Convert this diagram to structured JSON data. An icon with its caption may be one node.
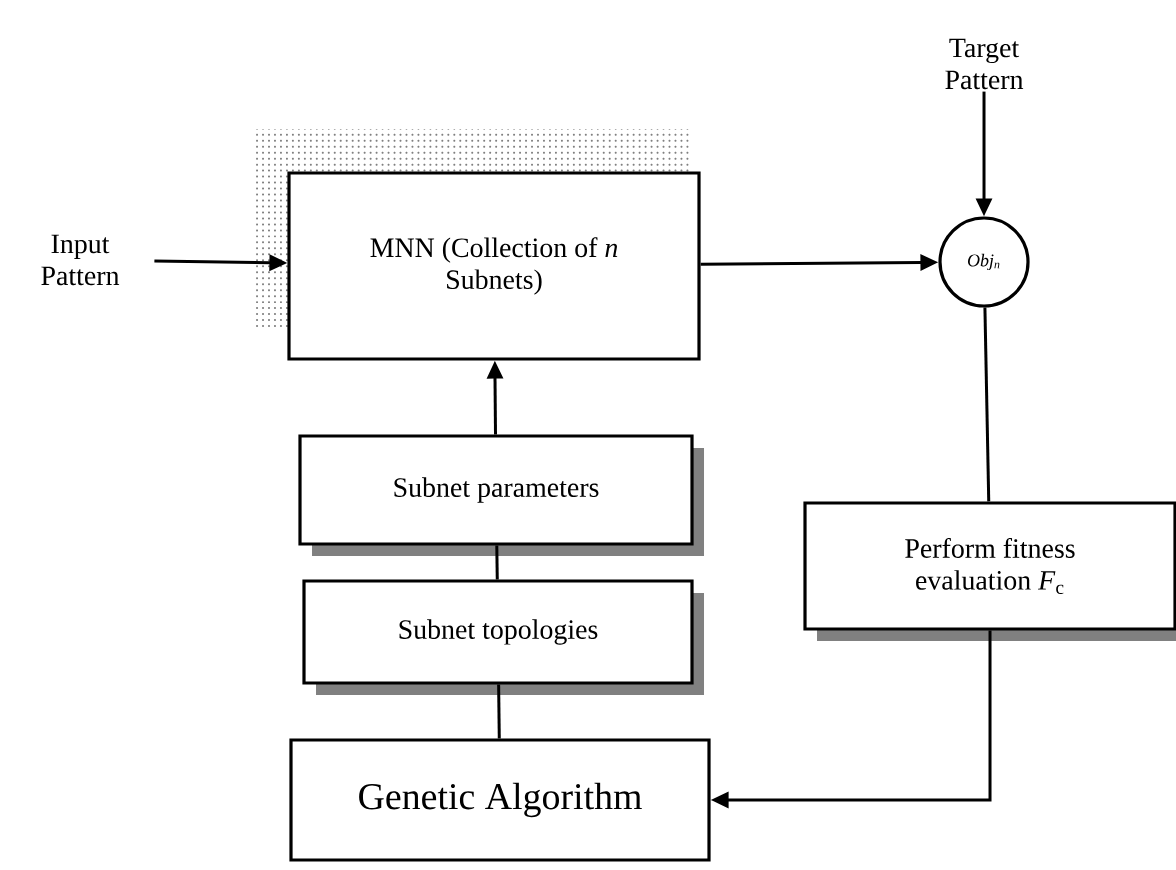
{
  "diagram": {
    "nodes": [
      {
        "text": [
          "Input Pattern"
        ]
      },
      {
        "text": [
          "MNN (Collection of *n* Subnets)"
        ]
      },
      {
        "text": [
          "Target Pattern"
        ]
      },
      {
        "text": [
          "Obj$_{n}$"
        ]
      },
      {
        "text": [
          "Subnet parameters"
        ]
      },
      {
        "text": [
          "Subnet topologies"
        ]
      },
      {
        "text": [
          "Genetic Algorithm"
        ]
      },
      {
        "text": [
          "Perform fitness evaluation *F*$_{c}$"
        ]
      }
    ],
    "edges": [
      {
        "from": 0,
        "to": 1,
        "arrow": "to"
      },
      {
        "from": 1,
        "to": 3,
        "arrow": "to"
      },
      {
        "from": 2,
        "to": 3,
        "arrow": "to"
      },
      {
        "from": 4,
        "to": 1,
        "arrow": "to"
      },
      {
        "from": 5,
        "to": 4,
        "arrow": "none"
      },
      {
        "from": 6,
        "to": 5,
        "arrow": "none"
      },
      {
        "from": 3,
        "to": 7,
        "arrow": "none"
      },
      {
        "from": 7,
        "to": 6,
        "arrow": "to"
      }
    ]
  }
}
